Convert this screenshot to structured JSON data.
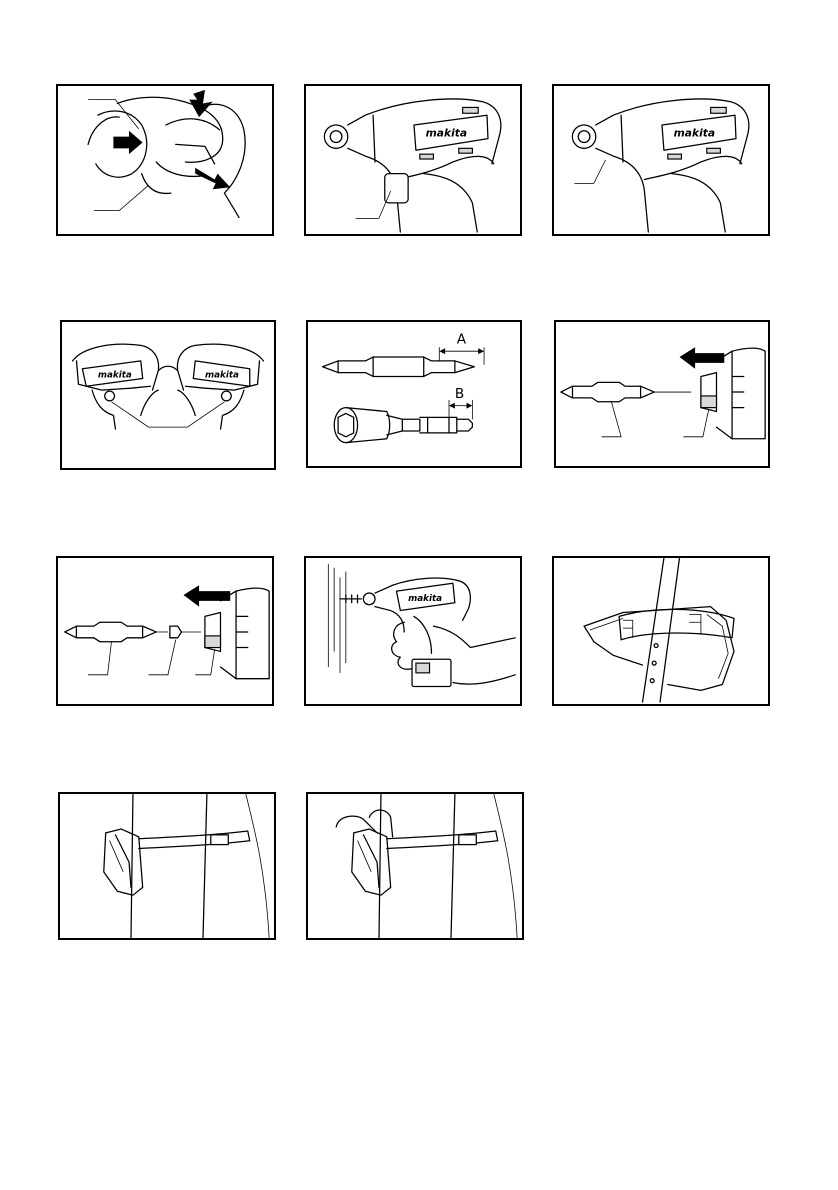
{
  "page": {
    "background": "#ffffff",
    "line_color": "#000000"
  },
  "figures": [
    {
      "id": "fig-1",
      "description_icon": "battery-removal",
      "labels": []
    },
    {
      "id": "fig-2",
      "description_icon": "switch-trigger",
      "labels": []
    },
    {
      "id": "fig-3",
      "description_icon": "light-lamp",
      "labels": []
    },
    {
      "id": "fig-4",
      "description_icon": "reversing-switch",
      "labels": []
    },
    {
      "id": "fig-5",
      "description_icon": "bit-dimensions",
      "labels": [
        "A",
        "B"
      ]
    },
    {
      "id": "fig-6",
      "description_icon": "bit-insertion",
      "labels": []
    },
    {
      "id": "fig-7",
      "description_icon": "bit-insertion-with-piece",
      "labels": []
    },
    {
      "id": "fig-8",
      "description_icon": "screwdriving-operation",
      "labels": []
    },
    {
      "id": "fig-9",
      "description_icon": "holster-belt",
      "labels": []
    },
    {
      "id": "fig-10",
      "description_icon": "holster-worn-empty",
      "labels": []
    },
    {
      "id": "fig-11",
      "description_icon": "holster-worn-with-tool",
      "labels": []
    }
  ],
  "labels": {
    "dim_a": "A",
    "dim_b": "B"
  }
}
